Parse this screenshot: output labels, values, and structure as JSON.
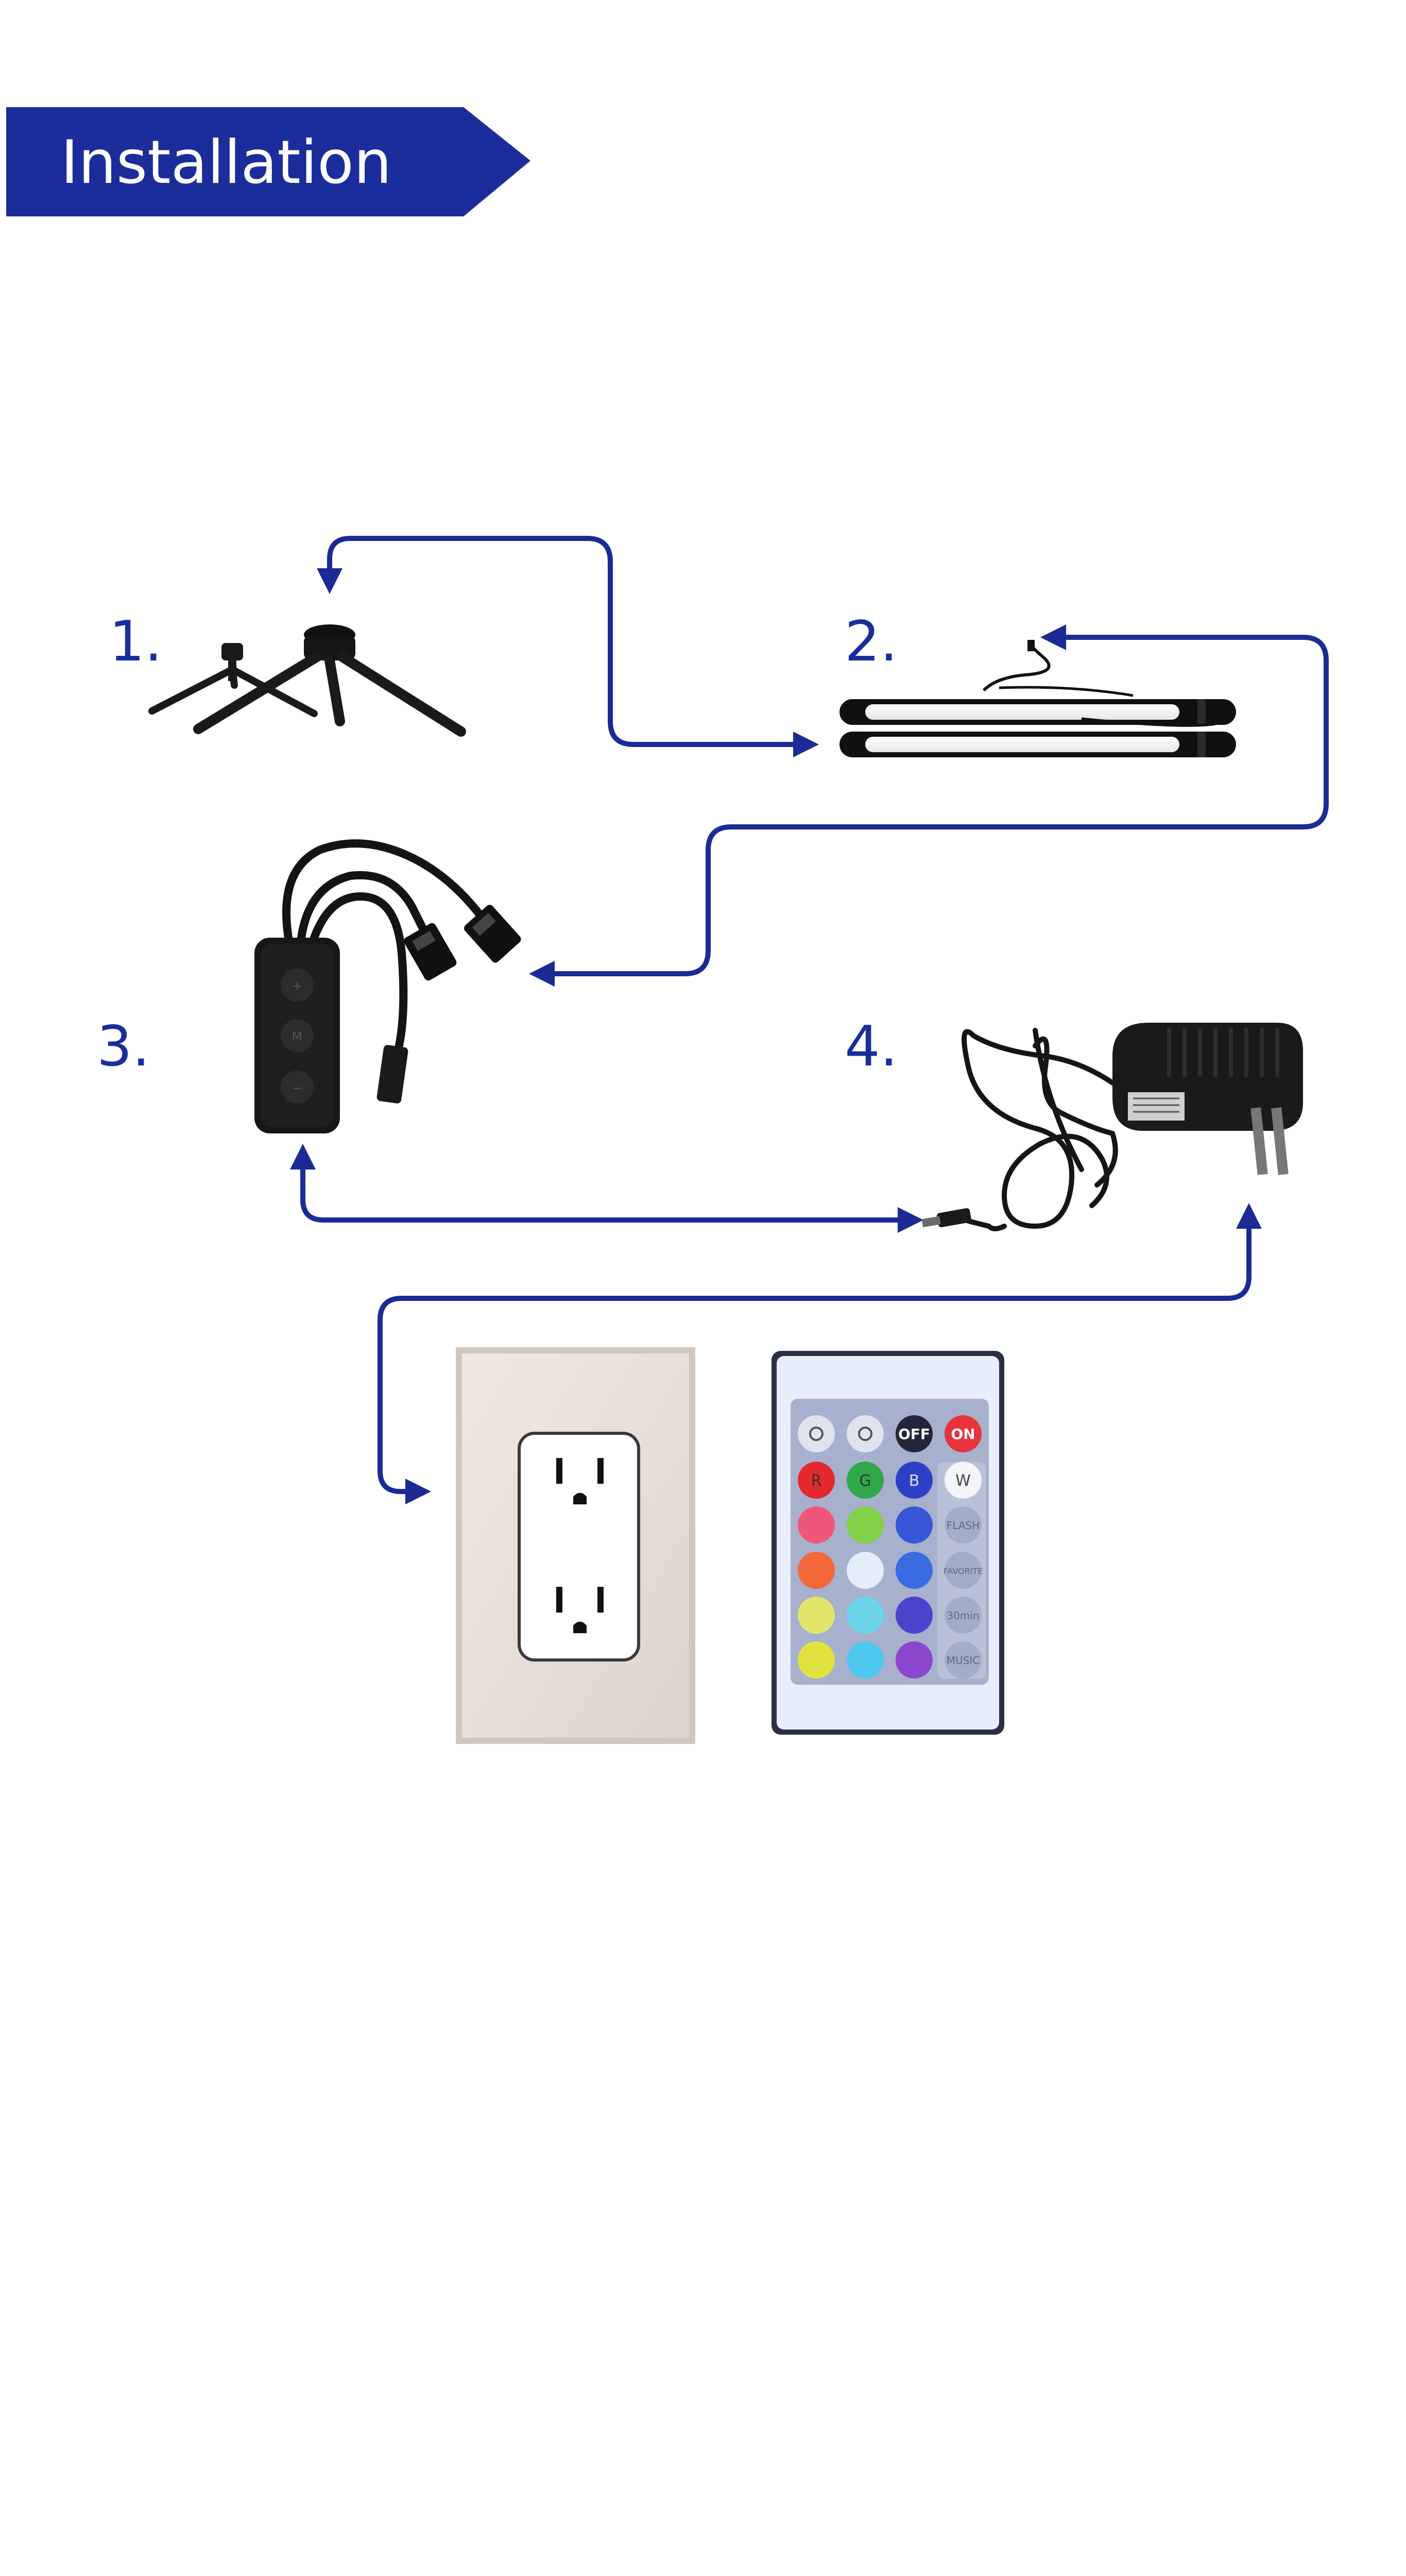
{
  "header": {
    "title": "Installation"
  },
  "colors": {
    "brand_blue": "#1a2d9b",
    "arrow_blue": "#1c2a96",
    "device_black": "#161616",
    "outlet_plate": "#e9e3dc",
    "remote_body": "#e9eefc"
  },
  "steps": [
    {
      "number": "1.",
      "item": "tripod-stand"
    },
    {
      "number": "2.",
      "item": "led-light-bars"
    },
    {
      "number": "3.",
      "item": "controller-splitter"
    },
    {
      "number": "4.",
      "item": "power-adapter"
    }
  ],
  "remote": {
    "top_row": [
      "",
      "",
      "OFF",
      "ON"
    ],
    "rgbw_row": [
      "R",
      "G",
      "B",
      "W"
    ],
    "side_buttons": [
      "FLASH",
      "FAVORITE",
      "30min",
      "MUSIC"
    ]
  }
}
